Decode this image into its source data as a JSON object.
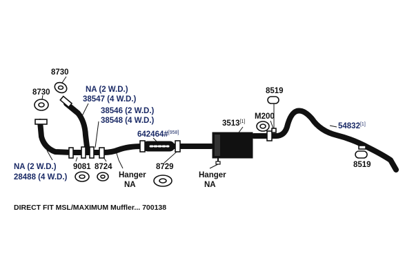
{
  "labels": {
    "part_8730_top": "8730",
    "part_8730_left": "8730",
    "na_upper_2wd": "NA (2 W.D.)",
    "part_38547": "38547 (4 W.D.)",
    "part_38546": "38546 (2 W.D.)",
    "part_38548": "38548 (4 W.D.)",
    "part_642464": "642464#",
    "part_642464_sup": "[958]",
    "part_3513": "3513",
    "part_3513_sup": "[1]",
    "part_m200": "M200",
    "part_8519_top": "8519",
    "part_54832": "54832",
    "part_54832_sup": "[1]",
    "part_8519_bottom": "8519",
    "na_lower_2wd": "NA (2 W.D.)",
    "part_28488": "28488 (4 W.D.)",
    "part_9081": "9081",
    "part_8724": "8724",
    "hanger_left": "Hanger",
    "hanger_left_na": "NA",
    "part_8729": "8729",
    "hanger_right": "Hanger",
    "hanger_right_na": "NA"
  },
  "caption": "DIRECT FIT MSL/MAXIMUM Muffler... 700138",
  "colors": {
    "part_number_text": "#1a2a66",
    "label_text": "#111111",
    "pipe": "#111111"
  }
}
